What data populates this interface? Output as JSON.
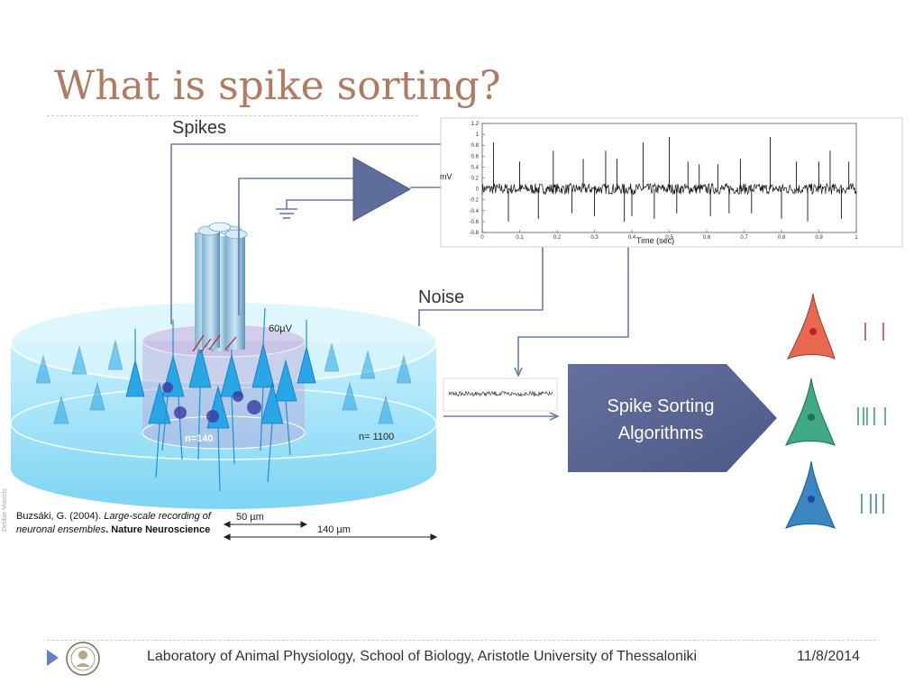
{
  "slide": {
    "title": "What is spike sorting?",
    "label_spikes": "Spikes",
    "label_noise": "Noise",
    "algorithm_line1": "Spike Sorting",
    "algorithm_line2": "Algorithms"
  },
  "figure": {
    "voltage": "60µV",
    "count_inner": "n=140",
    "count_outer": "n= 1100",
    "scale_small": "50 µm",
    "scale_large": "140 µm",
    "credit": "Debbie Maizels"
  },
  "citation": {
    "authors": "Buzsáki, G. (2004).",
    "title": "Large-scale recording of neuronal ensembles",
    "journal": "Nature Neuroscience"
  },
  "footer": {
    "lab": "Laboratory of Animal Physiology, School of Biology, Aristotle University of Thessaloniki",
    "date": "11/8/2014"
  },
  "colors": {
    "title": "#b07a63",
    "connector": "#6b79b0",
    "amplifier": "#5d6d9c",
    "algorithm_box": "#5b6591",
    "neuron_red": "#e8694f",
    "neuron_green": "#3fa887",
    "neuron_blue": "#3b86c2",
    "spikes_red": "#c03a3a",
    "spikes_green": "#2e9a78",
    "spikes_blue": "#2f7ca0"
  },
  "chart_data": {
    "type": "line",
    "xlabel": "Time (sec)",
    "ylabel": "mV",
    "xlim": [
      0,
      1
    ],
    "ylim": [
      -0.8,
      1.2
    ],
    "xticks": [
      0,
      0.1,
      0.2,
      0.3,
      0.4,
      0.5,
      0.6,
      0.7,
      0.8,
      0.9,
      1
    ],
    "yticks": [
      -0.8,
      -0.6,
      -0.4,
      -0.2,
      0,
      0.2,
      0.4,
      0.6,
      0.8,
      1,
      1.2
    ],
    "baseline": 0,
    "noise_amplitude": 0.1,
    "spikes": [
      {
        "x": 0.03,
        "y": 0.85
      },
      {
        "x": 0.07,
        "y": -0.6
      },
      {
        "x": 0.1,
        "y": 0.5
      },
      {
        "x": 0.15,
        "y": -0.55
      },
      {
        "x": 0.19,
        "y": 0.7
      },
      {
        "x": 0.24,
        "y": -0.45
      },
      {
        "x": 0.27,
        "y": 0.55
      },
      {
        "x": 0.3,
        "y": -0.5
      },
      {
        "x": 0.33,
        "y": 0.7
      },
      {
        "x": 0.36,
        "y": 0.55
      },
      {
        "x": 0.38,
        "y": -0.6
      },
      {
        "x": 0.4,
        "y": -0.5
      },
      {
        "x": 0.43,
        "y": 0.85
      },
      {
        "x": 0.46,
        "y": -0.55
      },
      {
        "x": 0.5,
        "y": 0.95
      },
      {
        "x": 0.52,
        "y": -0.45
      },
      {
        "x": 0.55,
        "y": 0.5
      },
      {
        "x": 0.58,
        "y": 0.45
      },
      {
        "x": 0.61,
        "y": -0.5
      },
      {
        "x": 0.63,
        "y": 0.45
      },
      {
        "x": 0.66,
        "y": -0.45
      },
      {
        "x": 0.69,
        "y": 0.55
      },
      {
        "x": 0.72,
        "y": -0.45
      },
      {
        "x": 0.77,
        "y": 0.95
      },
      {
        "x": 0.8,
        "y": -0.55
      },
      {
        "x": 0.84,
        "y": 0.5
      },
      {
        "x": 0.87,
        "y": -0.6
      },
      {
        "x": 0.9,
        "y": 0.5
      },
      {
        "x": 0.93,
        "y": 0.7
      },
      {
        "x": 0.96,
        "y": -0.55
      },
      {
        "x": 0.98,
        "y": 0.5
      }
    ]
  }
}
